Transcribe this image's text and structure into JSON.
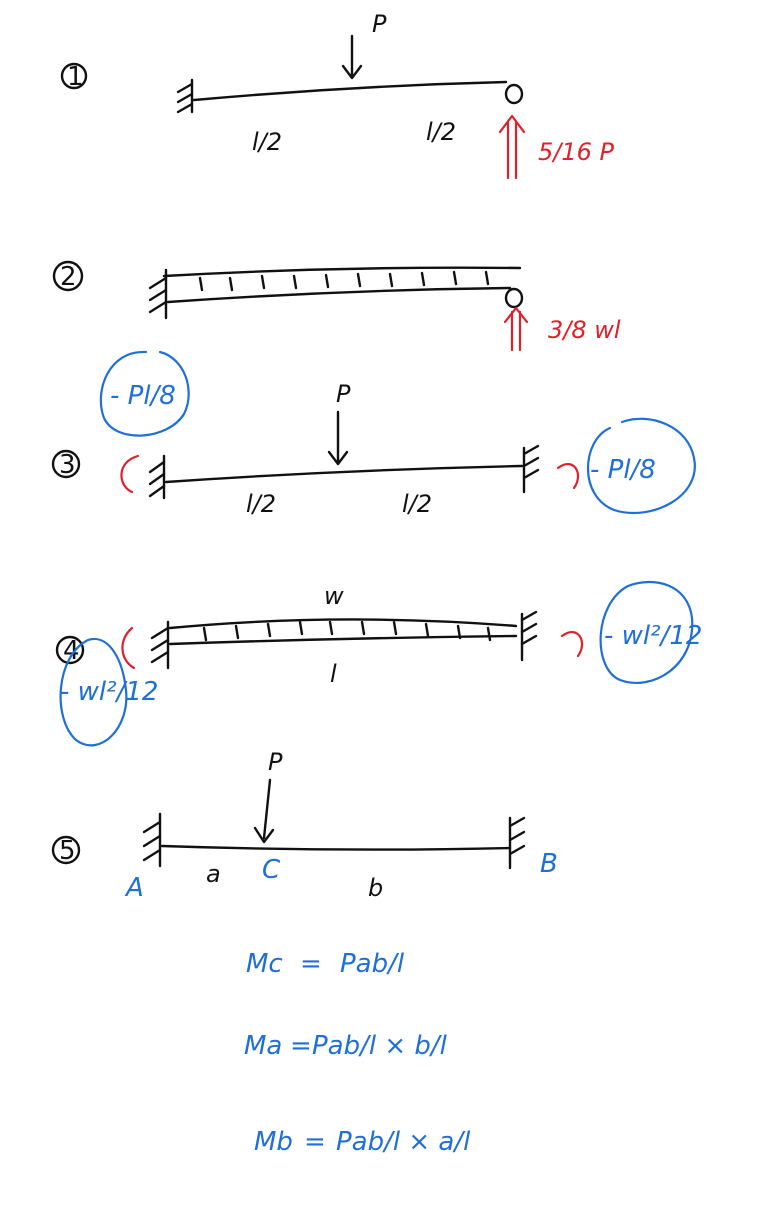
{
  "colors": {
    "ink": "#111111",
    "red": "#e0202a",
    "blue": "#1e6fd9"
  },
  "cases": [
    {
      "number": "1",
      "load_label": "P",
      "left_span": "l/2",
      "right_span": "l/2",
      "reaction": "5/16 P"
    },
    {
      "number": "2",
      "reaction": "3/8 wl"
    },
    {
      "number": "3",
      "load_label": "P",
      "left_span": "l/2",
      "right_span": "l/2",
      "left_moment": "- Pl/8",
      "right_moment": "- Pl/8"
    },
    {
      "number": "4",
      "load_label": "w",
      "span": "l",
      "left_moment": "- wl²/12",
      "right_moment": "- wl²/12"
    },
    {
      "number": "5",
      "load_label": "P",
      "point_a": "A",
      "point_b": "B",
      "point_c": "C",
      "seg_a": "a",
      "seg_b": "b"
    }
  ],
  "formulas": [
    {
      "lhs": "Mc",
      "rhs": "Pab/l"
    },
    {
      "lhs": "Ma",
      "rhs": "Pab/l × b/l"
    },
    {
      "lhs": "Mb",
      "rhs": "Pab/l × a/l"
    }
  ]
}
